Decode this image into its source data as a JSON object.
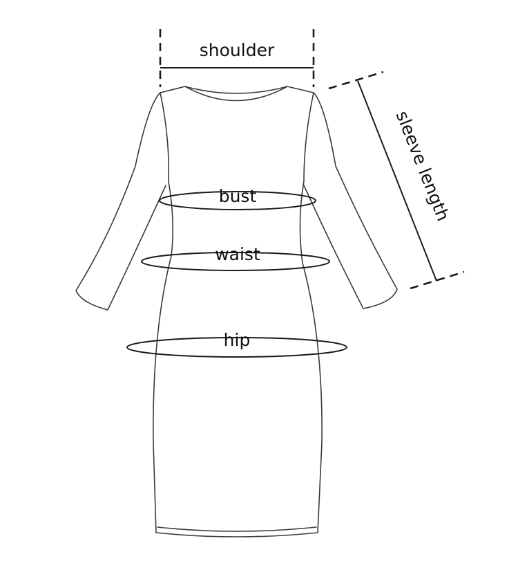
{
  "labels": {
    "shoulder": "shoulder",
    "sleeve_length": "sleeve length",
    "bust": "bust",
    "waist": "waist",
    "hip": "hip"
  },
  "colors": {
    "outline": "#3a3a3a",
    "text": "#111111",
    "background": "#ffffff"
  }
}
